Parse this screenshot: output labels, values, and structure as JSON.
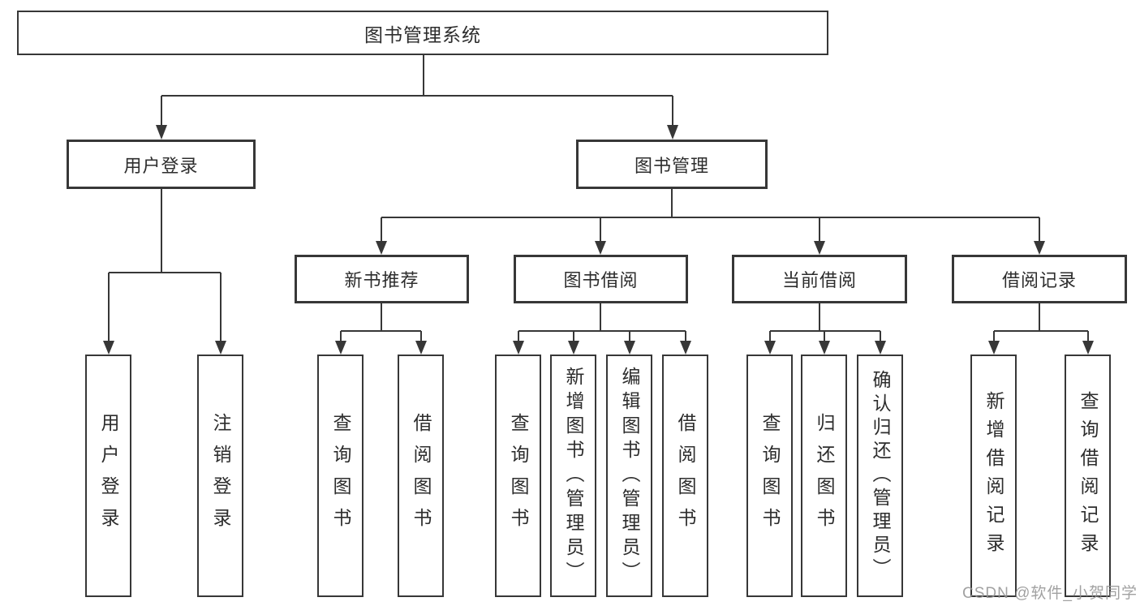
{
  "tree": {
    "root": {
      "label": "图书管理系统"
    },
    "user_login": {
      "label": "用户登录",
      "children": [
        {
          "label": "用户登录"
        },
        {
          "label": "注销登录"
        }
      ]
    },
    "book_mgmt": {
      "label": "图书管理",
      "sections": [
        {
          "label": "新书推荐",
          "children": [
            {
              "label": "查询图书"
            },
            {
              "label": "借阅图书"
            }
          ]
        },
        {
          "label": "图书借阅",
          "children": [
            {
              "label": "查询图书"
            },
            {
              "label": "新增图书（管理员）"
            },
            {
              "label": "编辑图书（管理员）"
            },
            {
              "label": "借阅图书"
            }
          ]
        },
        {
          "label": "当前借阅",
          "children": [
            {
              "label": "查询图书"
            },
            {
              "label": "归还图书"
            },
            {
              "label": "确认归还（管理员）"
            }
          ]
        },
        {
          "label": "借阅记录",
          "children": [
            {
              "label": "新增借阅记录"
            },
            {
              "label": "查询借阅记录"
            }
          ]
        }
      ]
    }
  },
  "colors": {
    "line": "#373737",
    "text": "#2d2d2d",
    "watermark": "#949494"
  },
  "watermark": {
    "text": "CSDN @软件_小贺同学"
  }
}
